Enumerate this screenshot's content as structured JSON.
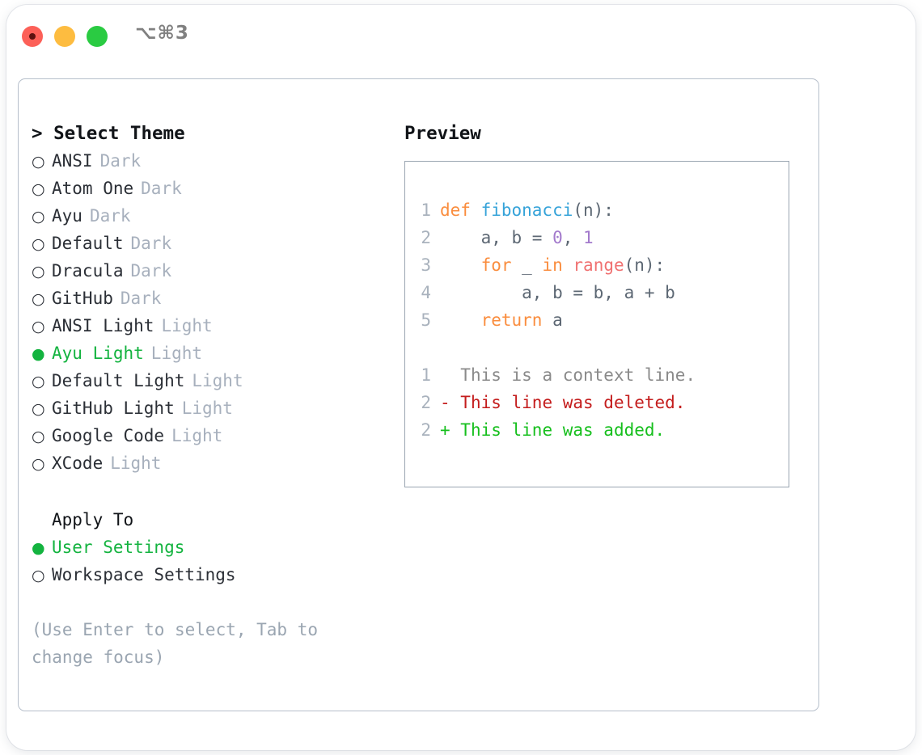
{
  "window": {
    "traffic_lights": [
      "close",
      "minimize",
      "zoom"
    ],
    "shortcut": "⌥⌘3",
    "colors": {
      "close": "#fc6058",
      "minimize": "#fdbc40",
      "zoom": "#2acb42",
      "accent_green": "#13b33f",
      "muted": "#a7b0bd",
      "border": "#b6bfcb"
    }
  },
  "theme_panel": {
    "title": "> Select Theme",
    "themes": [
      {
        "bullet": "○",
        "name": "ANSI",
        "category": "Dark",
        "selected": false
      },
      {
        "bullet": "○",
        "name": "Atom One",
        "category": "Dark",
        "selected": false
      },
      {
        "bullet": "○",
        "name": "Ayu",
        "category": "Dark",
        "selected": false
      },
      {
        "bullet": "○",
        "name": "Default",
        "category": "Dark",
        "selected": false
      },
      {
        "bullet": "○",
        "name": "Dracula",
        "category": "Dark",
        "selected": false
      },
      {
        "bullet": "○",
        "name": "GitHub",
        "category": "Dark",
        "selected": false
      },
      {
        "bullet": "○",
        "name": "ANSI Light",
        "category": "Light",
        "selected": false
      },
      {
        "bullet": "●",
        "name": "Ayu Light",
        "category": "Light",
        "selected": true
      },
      {
        "bullet": "○",
        "name": "Default Light",
        "category": "Light",
        "selected": false
      },
      {
        "bullet": "○",
        "name": "GitHub Light",
        "category": "Light",
        "selected": false
      },
      {
        "bullet": "○",
        "name": "Google Code",
        "category": "Light",
        "selected": false
      },
      {
        "bullet": "○",
        "name": "XCode",
        "category": "Light",
        "selected": false
      }
    ]
  },
  "apply_to": {
    "heading": "Apply To",
    "options": [
      {
        "bullet": "●",
        "name": "User Settings",
        "selected": true
      },
      {
        "bullet": "○",
        "name": "Workspace Settings",
        "selected": false
      }
    ]
  },
  "hint": "(Use Enter to select, Tab to change focus)",
  "preview": {
    "title": "Preview",
    "code_lines": [
      {
        "number": "1",
        "tokens": [
          {
            "text": "def ",
            "style": "kw"
          },
          {
            "text": "fibonacci",
            "style": "fn"
          },
          {
            "text": "(n):",
            "style": "pl"
          }
        ]
      },
      {
        "number": "2",
        "tokens": [
          {
            "text": "    a, b = ",
            "style": "pl"
          },
          {
            "text": "0",
            "style": "num"
          },
          {
            "text": ", ",
            "style": "pl"
          },
          {
            "text": "1",
            "style": "num"
          }
        ]
      },
      {
        "number": "3",
        "tokens": [
          {
            "text": "    ",
            "style": "pl"
          },
          {
            "text": "for",
            "style": "kw"
          },
          {
            "text": " _ ",
            "style": "pl"
          },
          {
            "text": "in",
            "style": "kw"
          },
          {
            "text": " ",
            "style": "pl"
          },
          {
            "text": "range",
            "style": "bi"
          },
          {
            "text": "(n):",
            "style": "pl"
          }
        ]
      },
      {
        "number": "4",
        "tokens": [
          {
            "text": "        a, b = b, a + b",
            "style": "pl"
          }
        ]
      },
      {
        "number": "5",
        "tokens": [
          {
            "text": "    ",
            "style": "pl"
          },
          {
            "text": "return",
            "style": "kw"
          },
          {
            "text": " a",
            "style": "pl"
          }
        ]
      }
    ],
    "diff_lines": [
      {
        "number": "1",
        "marker": "  ",
        "text": "This is a context line.",
        "style": "ctx"
      },
      {
        "number": "2",
        "marker": "- ",
        "text": "This line was deleted.",
        "style": "del"
      },
      {
        "number": "2",
        "marker": "+ ",
        "text": "This line was added.",
        "style": "add"
      }
    ]
  }
}
